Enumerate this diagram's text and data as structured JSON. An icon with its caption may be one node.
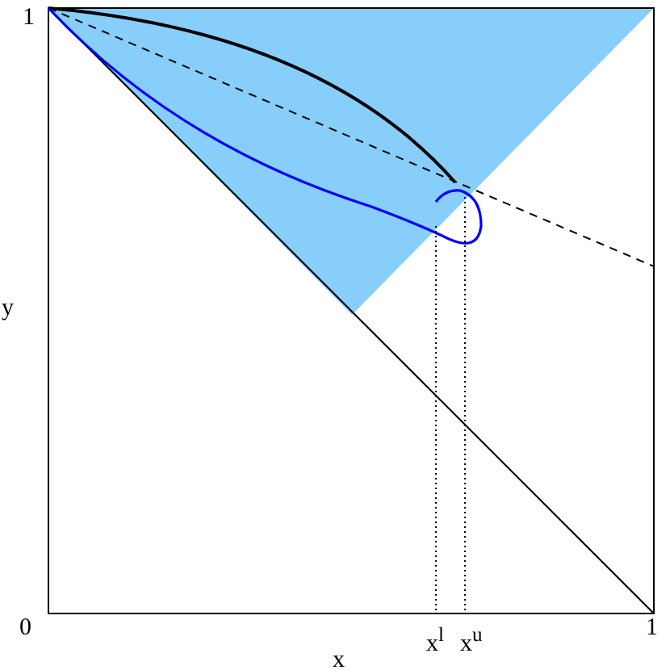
{
  "diagram": {
    "labels": [
      "1",
      "y",
      "0",
      "x",
      "x$^{l}$",
      "x$^{u}$",
      "1"
    ]
  }
}
